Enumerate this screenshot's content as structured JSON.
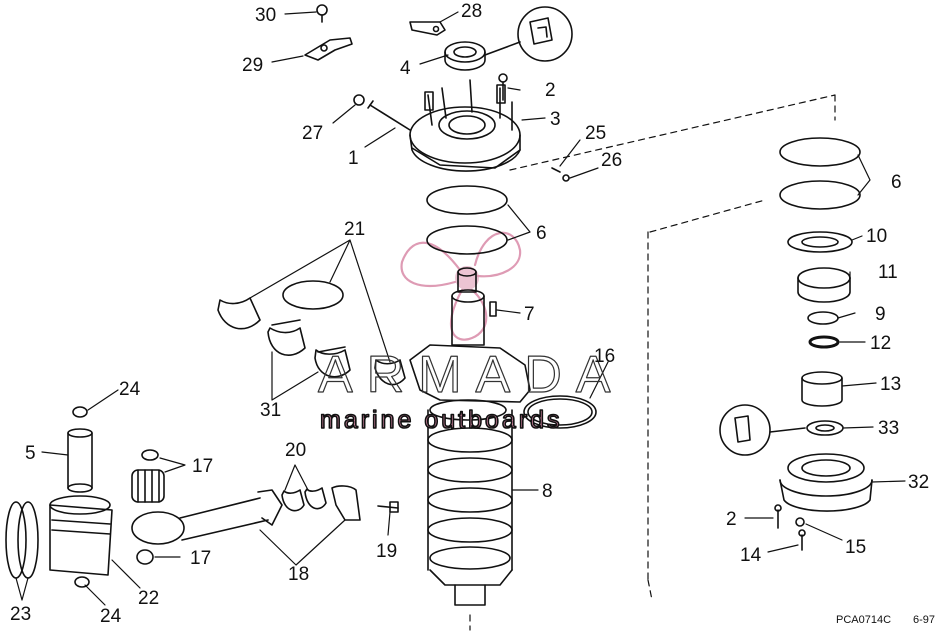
{
  "diagram": {
    "labels": {
      "l1": "1",
      "l2a": "2",
      "l2b": "2",
      "l3": "3",
      "l4": "4",
      "l5": "5",
      "l6a": "6",
      "l6b": "6",
      "l7": "7",
      "l8": "8",
      "l9": "9",
      "l10": "10",
      "l11": "11",
      "l12": "12",
      "l13": "13",
      "l14": "14",
      "l15": "15",
      "l16": "16",
      "l17a": "17",
      "l17b": "17",
      "l18": "18",
      "l19": "19",
      "l20": "20",
      "l21": "21",
      "l22": "22",
      "l23": "23",
      "l24a": "24",
      "l24b": "24",
      "l25": "25",
      "l26": "26",
      "l27": "27",
      "l28": "28",
      "l29": "29",
      "l30": "30",
      "l31": "31",
      "l32": "32",
      "l33": "33"
    },
    "footer": {
      "code": "PCA0714C",
      "date": "6-97"
    },
    "watermark": {
      "brand": "ARMADA",
      "tagline": "marine outboards",
      "color": "#d98aa8"
    }
  }
}
